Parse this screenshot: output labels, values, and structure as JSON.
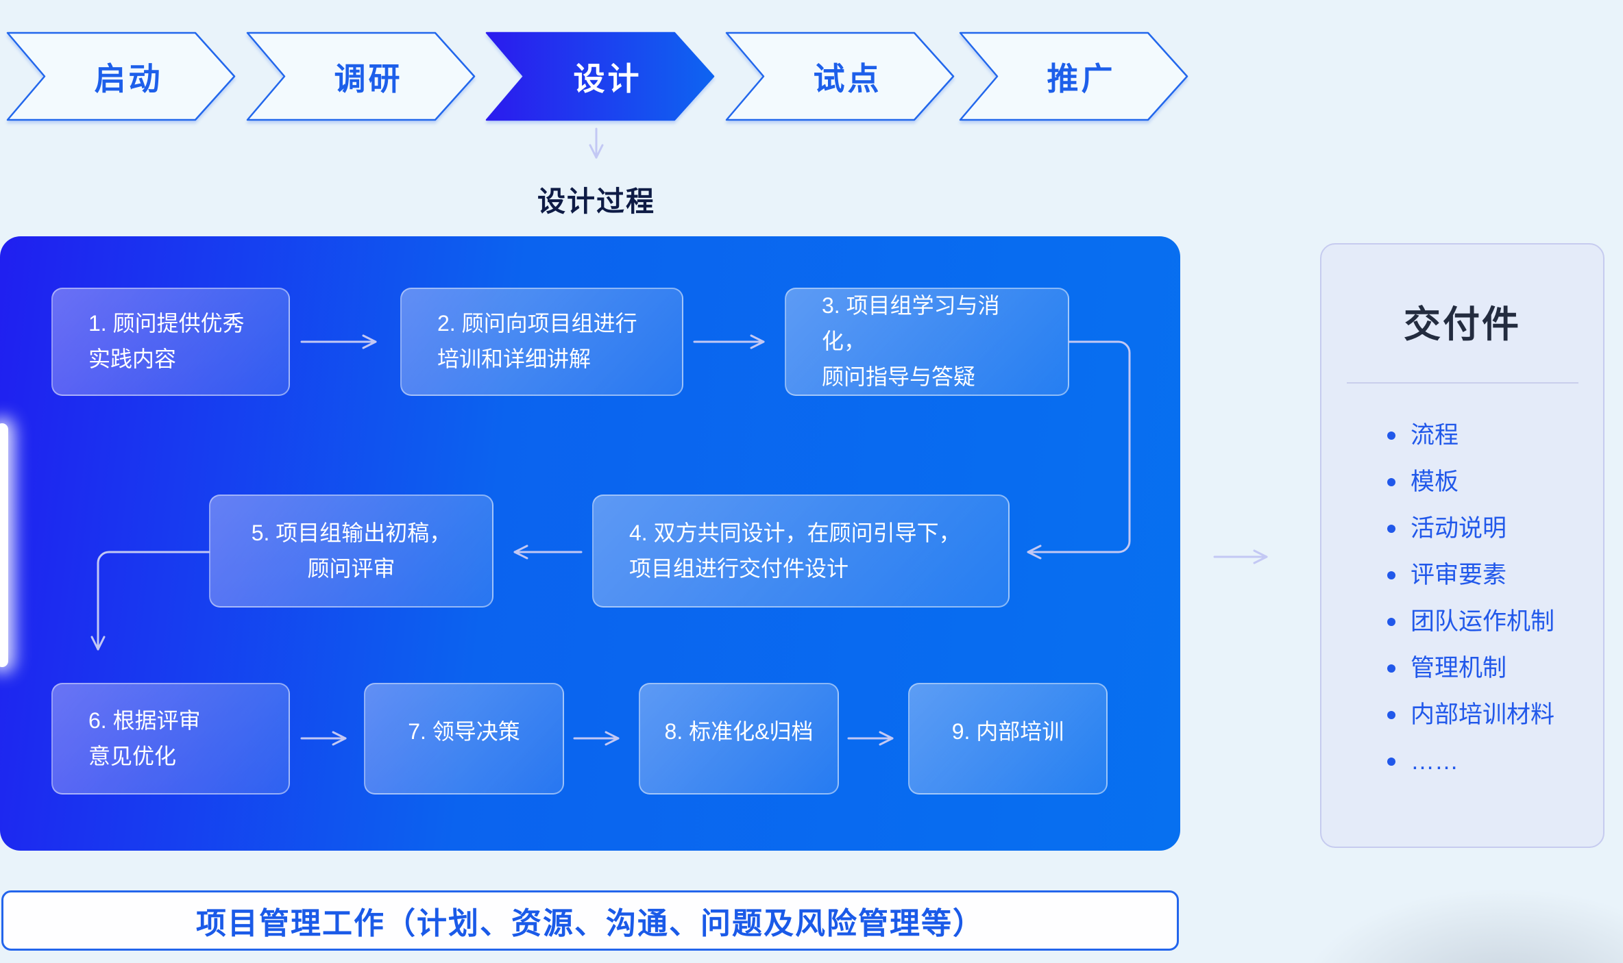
{
  "stages": {
    "items": [
      {
        "label": "启动",
        "active": false
      },
      {
        "label": "调研",
        "active": false
      },
      {
        "label": "设计",
        "active": true
      },
      {
        "label": "试点",
        "active": false
      },
      {
        "label": "推广",
        "active": false
      }
    ],
    "process_label": "设计过程"
  },
  "flow": {
    "boxes": [
      {
        "text": "1. 顾问提供优秀\n实践内容"
      },
      {
        "text": "2. 顾问向项目组进行\n培训和详细讲解"
      },
      {
        "text": "3. 项目组学习与消化，\n顾问指导与答疑"
      },
      {
        "text": "4. 双方共同设计，在顾问引导下，\n项目组进行交付件设计"
      },
      {
        "text": "5. 项目组输出初稿，\n顾问评审"
      },
      {
        "text": "6. 根据评审\n意见优化"
      },
      {
        "text": "7. 领导决策"
      },
      {
        "text": "8. 标准化&归档"
      },
      {
        "text": "9. 内部培训"
      }
    ]
  },
  "deliverables": {
    "title": "交付件",
    "items": [
      "流程",
      "模板",
      "活动说明",
      "评审要素",
      "团队运作机制",
      "管理机制",
      "内部培训材料",
      "……"
    ]
  },
  "footer": {
    "label": "项目管理工作（计划、资源、沟通、问题及风险管理等）"
  },
  "colors": {
    "accent_blue": "#1D5FEA",
    "panel_gradient_left": "#201FF0",
    "panel_gradient_right": "#0770F0",
    "active_gradient_left": "#2B1BEE",
    "active_gradient_right": "#0E64F1",
    "connector": "#C3C8F4",
    "deliverables_bg": "#E4EBF9",
    "page_bg": "#E9F3FA"
  }
}
